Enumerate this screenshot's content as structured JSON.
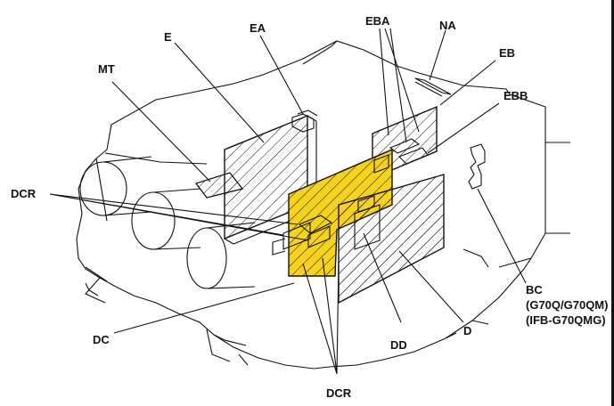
{
  "colors": {
    "highlight": "#F5D21E",
    "line": "#111111",
    "background": "#FFFFFF"
  },
  "labels": {
    "e": "E",
    "ea": "EA",
    "eba": "EBA",
    "na": "NA",
    "eb": "EB",
    "ebb": "EBB",
    "mt": "MT",
    "dcr_left": "DCR",
    "dcr_bottom": "DCR",
    "dc": "DC",
    "dd": "DD",
    "d": "D",
    "bc": "BC",
    "bc_model1": "(G70Q/G70QM)",
    "bc_model2": "(IFB-G70QMG)"
  }
}
